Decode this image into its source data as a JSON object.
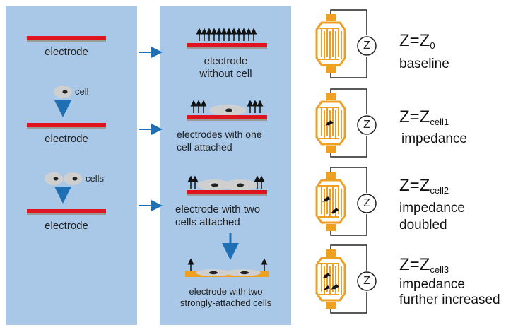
{
  "col1": {
    "label_1": "electrode",
    "cell_label": "cell",
    "label_2": "electrode",
    "cells_label": "cells",
    "label_3": "electrode"
  },
  "col2": {
    "label_1a": "electrode",
    "label_1b": "without cell",
    "label_2a": "electrodes with one",
    "label_2b": "cell attached",
    "label_3a": "electrode with two",
    "label_3b": "cells attached",
    "label_4a": "electrode with two",
    "label_4b": "strongly-attached cells"
  },
  "col3": {
    "meter_symbol": "Z",
    "rows": [
      {
        "z_main": "Z=Z",
        "z_sub": "0",
        "desc1": "baseline",
        "desc2": ""
      },
      {
        "z_main": "Z=Z",
        "z_sub": "cell1",
        "desc1": "impedance",
        "desc2": ""
      },
      {
        "z_main": "Z=Z",
        "z_sub": "cell2",
        "desc1": "impedance",
        "desc2": "doubled"
      },
      {
        "z_main": "Z=Z",
        "z_sub": "cell3",
        "desc1": "impedance",
        "desc2": "further increased"
      }
    ]
  },
  "colors": {
    "panel": "#a9c8e8",
    "electrode_red": "#e0141e",
    "arrow_blue": "#1f6fb5",
    "electrode_orange": "#f0a020",
    "cell_gray": "#cfcfcf"
  }
}
